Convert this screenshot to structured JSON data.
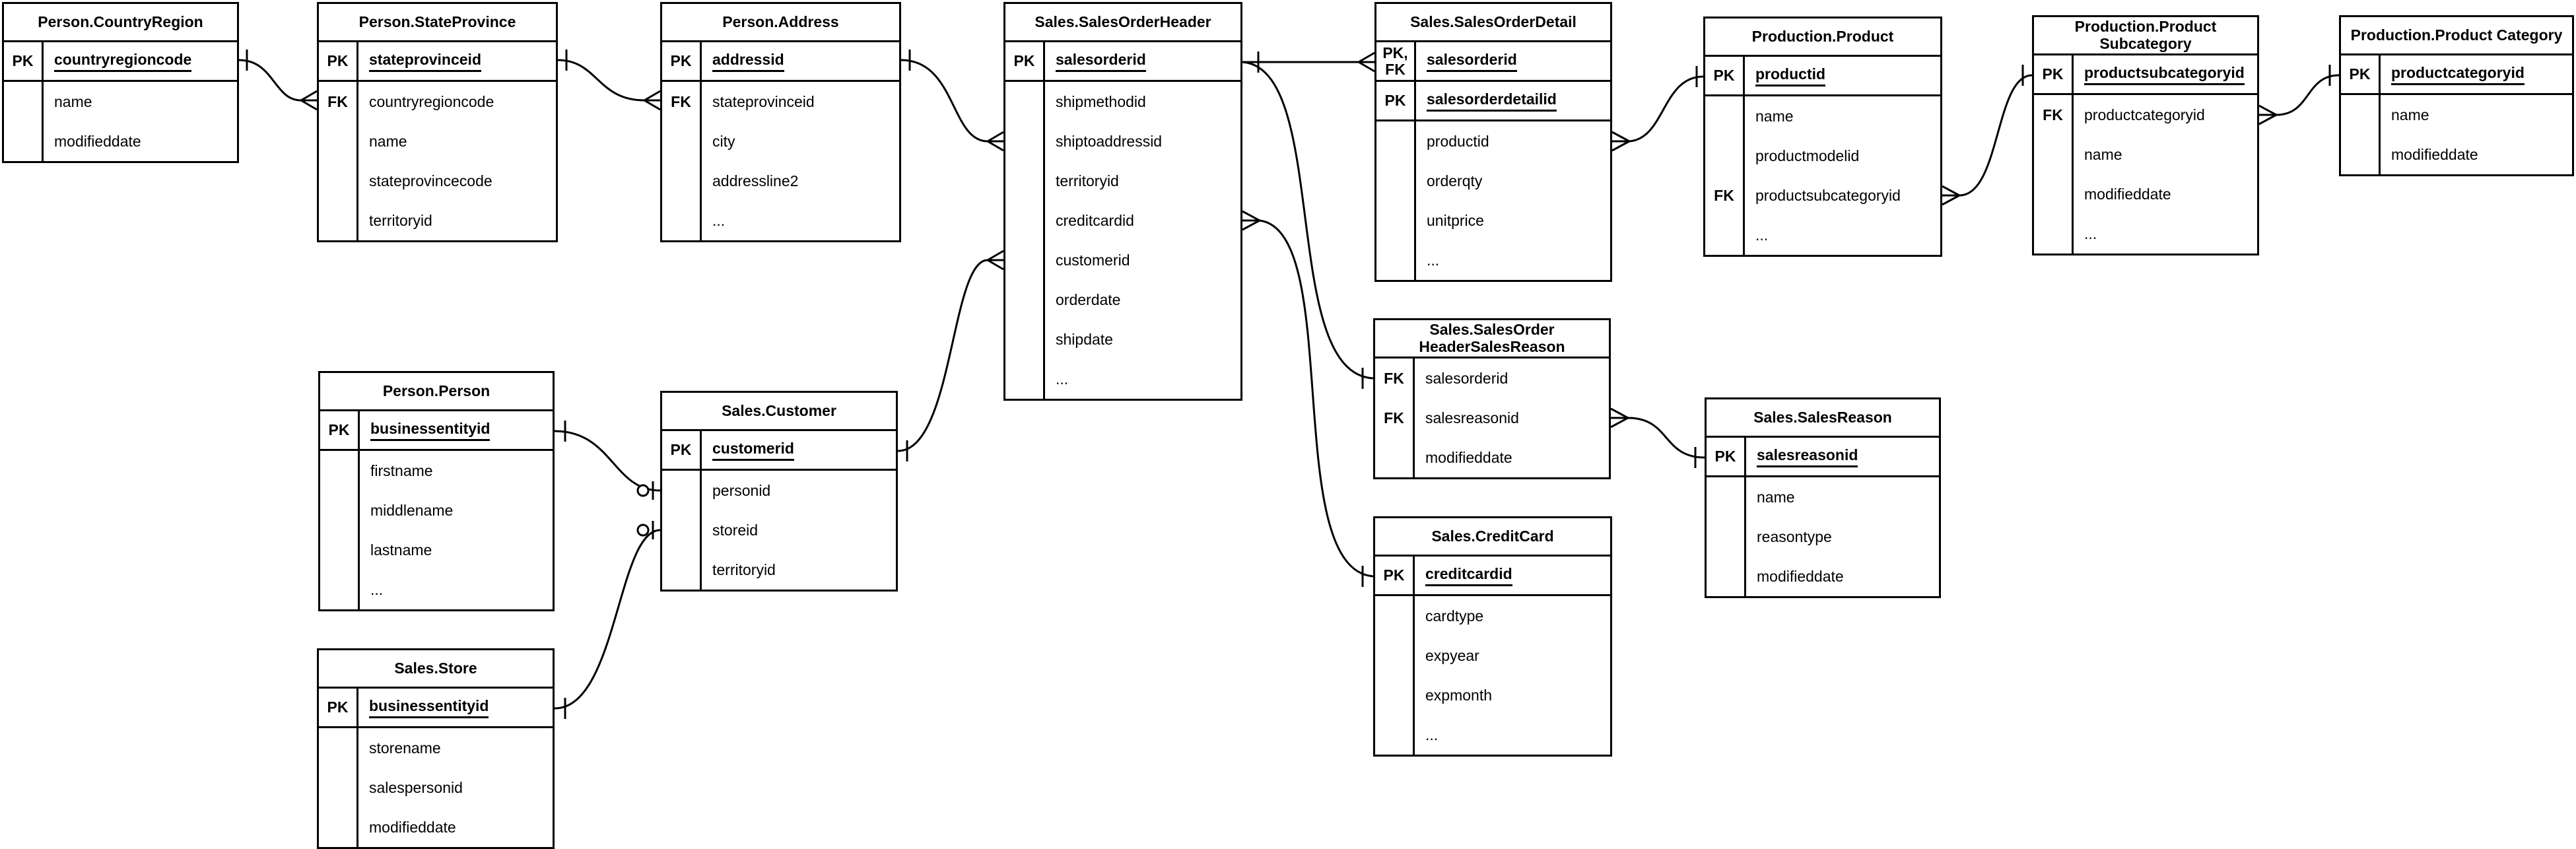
{
  "diagram": {
    "background_color": "#ffffff",
    "line_color": "#000000",
    "notation": "crow's foot",
    "tables": [
      {
        "id": "countryregion",
        "title": "Person.CountryRegion",
        "rows": [
          {
            "label": "PK",
            "name": "countryregioncode",
            "boxed": true,
            "pk": true
          },
          {
            "label": "",
            "name": "name"
          },
          {
            "label": "",
            "name": "modifieddate"
          }
        ]
      },
      {
        "id": "stateprovince",
        "title": "Person.StateProvince",
        "rows": [
          {
            "label": "PK",
            "name": "stateprovinceid",
            "boxed": true,
            "pk": true
          },
          {
            "label": "FK",
            "name": "countryregioncode"
          },
          {
            "label": "",
            "name": "name"
          },
          {
            "label": "",
            "name": "stateprovincecode"
          },
          {
            "label": "",
            "name": "territoryid"
          }
        ]
      },
      {
        "id": "address",
        "title": "Person.Address",
        "rows": [
          {
            "label": "PK",
            "name": "addressid",
            "boxed": true,
            "pk": true
          },
          {
            "label": "FK",
            "name": "stateprovinceid"
          },
          {
            "label": "",
            "name": "city"
          },
          {
            "label": "",
            "name": "addressline2"
          },
          {
            "label": "",
            "name": "..."
          }
        ]
      },
      {
        "id": "salesorderheader",
        "title": "Sales.SalesOrderHeader",
        "rows": [
          {
            "label": "PK",
            "name": "salesorderid",
            "boxed": true,
            "pk": true
          },
          {
            "label": "",
            "name": "shipmethodid"
          },
          {
            "label": "",
            "name": "shiptoaddressid"
          },
          {
            "label": "",
            "name": "territoryid"
          },
          {
            "label": "",
            "name": "creditcardid"
          },
          {
            "label": "",
            "name": "customerid"
          },
          {
            "label": "",
            "name": "orderdate"
          },
          {
            "label": "",
            "name": "shipdate"
          },
          {
            "label": "",
            "name": "..."
          }
        ]
      },
      {
        "id": "salesorderdetail",
        "title": "Sales.SalesOrderDetail",
        "rows": [
          {
            "label": "PK, FK",
            "name": "salesorderid",
            "boxed": true,
            "pk": true
          },
          {
            "label": "PK",
            "name": "salesorderdetailid",
            "boxed": true,
            "pk": true
          },
          {
            "label": "",
            "name": "productid"
          },
          {
            "label": "",
            "name": "orderqty"
          },
          {
            "label": "",
            "name": "unitprice"
          },
          {
            "label": "",
            "name": "..."
          }
        ]
      },
      {
        "id": "product",
        "title": "Production.Product",
        "rows": [
          {
            "label": "PK",
            "name": "productid",
            "boxed": true,
            "pk": true
          },
          {
            "label": "",
            "name": "name"
          },
          {
            "label": "",
            "name": "productmodelid"
          },
          {
            "label": "FK",
            "name": "productsubcategoryid"
          },
          {
            "label": "",
            "name": "..."
          }
        ]
      },
      {
        "id": "productsubcategory",
        "title": "Production.Product Subcategory",
        "rows": [
          {
            "label": "PK",
            "name": "productsubcategoryid",
            "boxed": true,
            "pk": true
          },
          {
            "label": "FK",
            "name": "productcategoryid"
          },
          {
            "label": "",
            "name": "name"
          },
          {
            "label": "",
            "name": "modifieddate"
          },
          {
            "label": "",
            "name": "..."
          }
        ]
      },
      {
        "id": "productcategory",
        "title": "Production.Product Category",
        "rows": [
          {
            "label": "PK",
            "name": "productcategoryid",
            "boxed": true,
            "pk": true
          },
          {
            "label": "",
            "name": "name"
          },
          {
            "label": "",
            "name": "modifieddate"
          }
        ]
      },
      {
        "id": "person",
        "title": "Person.Person",
        "rows": [
          {
            "label": "PK",
            "name": "businessentityid",
            "boxed": true,
            "pk": true
          },
          {
            "label": "",
            "name": "firstname"
          },
          {
            "label": "",
            "name": "middlename"
          },
          {
            "label": "",
            "name": "lastname"
          },
          {
            "label": "",
            "name": "..."
          }
        ]
      },
      {
        "id": "customer",
        "title": "Sales.Customer",
        "rows": [
          {
            "label": "PK",
            "name": "customerid",
            "boxed": true,
            "pk": true
          },
          {
            "label": "",
            "name": "personid"
          },
          {
            "label": "",
            "name": "storeid"
          },
          {
            "label": "",
            "name": "territoryid"
          }
        ]
      },
      {
        "id": "store",
        "title": "Sales.Store",
        "rows": [
          {
            "label": "PK",
            "name": "businessentityid",
            "boxed": true,
            "pk": true
          },
          {
            "label": "",
            "name": "storename"
          },
          {
            "label": "",
            "name": "salespersonid"
          },
          {
            "label": "",
            "name": "modifieddate"
          }
        ]
      },
      {
        "id": "salesorderheadersalesreason",
        "title": "Sales.SalesOrder HeaderSalesReason",
        "rows": [
          {
            "label": "FK",
            "name": "salesorderid"
          },
          {
            "label": "FK",
            "name": "salesreasonid"
          },
          {
            "label": "",
            "name": "modifieddate"
          }
        ]
      },
      {
        "id": "salesreason",
        "title": "Sales.SalesReason",
        "rows": [
          {
            "label": "PK",
            "name": "salesreasonid",
            "boxed": true,
            "pk": true
          },
          {
            "label": "",
            "name": "name"
          },
          {
            "label": "",
            "name": "reasontype"
          },
          {
            "label": "",
            "name": "modifieddate"
          }
        ]
      },
      {
        "id": "creditcard",
        "title": "Sales.CreditCard",
        "rows": [
          {
            "label": "PK",
            "name": "creditcardid",
            "boxed": true,
            "pk": true
          },
          {
            "label": "",
            "name": "cardtype"
          },
          {
            "label": "",
            "name": "expyear"
          },
          {
            "label": "",
            "name": "expmonth"
          },
          {
            "label": "",
            "name": "..."
          }
        ]
      }
    ],
    "relationships": [
      {
        "from": "Person.CountryRegion.countryregioncode",
        "to": "Person.StateProvince.countryregioncode",
        "from_end": "one",
        "to_end": "many"
      },
      {
        "from": "Person.StateProvince.stateprovinceid",
        "to": "Person.Address.stateprovinceid",
        "from_end": "one",
        "to_end": "many"
      },
      {
        "from": "Person.Address.addressid",
        "to": "Sales.SalesOrderHeader.shiptoaddressid",
        "from_end": "one",
        "to_end": "many"
      },
      {
        "from": "Person.Person.businessentityid",
        "to": "Sales.Customer.personid",
        "from_end": "one",
        "to_end": "zero-or-one"
      },
      {
        "from": "Sales.Store.businessentityid",
        "to": "Sales.Customer.storeid",
        "from_end": "one",
        "to_end": "zero-or-one"
      },
      {
        "from": "Sales.Customer.customerid",
        "to": "Sales.SalesOrderHeader.customerid",
        "from_end": "one",
        "to_end": "many"
      },
      {
        "from": "Sales.SalesOrderHeader.salesorderid",
        "to": "Sales.SalesOrderDetail.salesorderid",
        "from_end": "one",
        "to_end": "many"
      },
      {
        "from": "Sales.SalesOrderHeader.salesorderid",
        "to": "Sales.SalesOrderHeaderSalesReason.salesorderid",
        "from_end": "one",
        "to_end": "one"
      },
      {
        "from": "Sales.CreditCard.creditcardid",
        "to": "Sales.SalesOrderHeader.creditcardid",
        "from_end": "one",
        "to_end": "many"
      },
      {
        "from": "Production.Product.productid",
        "to": "Sales.SalesOrderDetail.productid",
        "from_end": "one",
        "to_end": "many"
      },
      {
        "from": "Production.ProductSubcategory.productsubcategoryid",
        "to": "Production.Product.productsubcategoryid",
        "from_end": "one",
        "to_end": "many"
      },
      {
        "from": "Production.ProductCategory.productcategoryid",
        "to": "Production.ProductSubcategory.productcategoryid",
        "from_end": "one",
        "to_end": "many"
      },
      {
        "from": "Sales.SalesReason.salesreasonid",
        "to": "Sales.SalesOrderHeaderSalesReason.salesreasonid",
        "from_end": "one",
        "to_end": "many"
      }
    ]
  }
}
